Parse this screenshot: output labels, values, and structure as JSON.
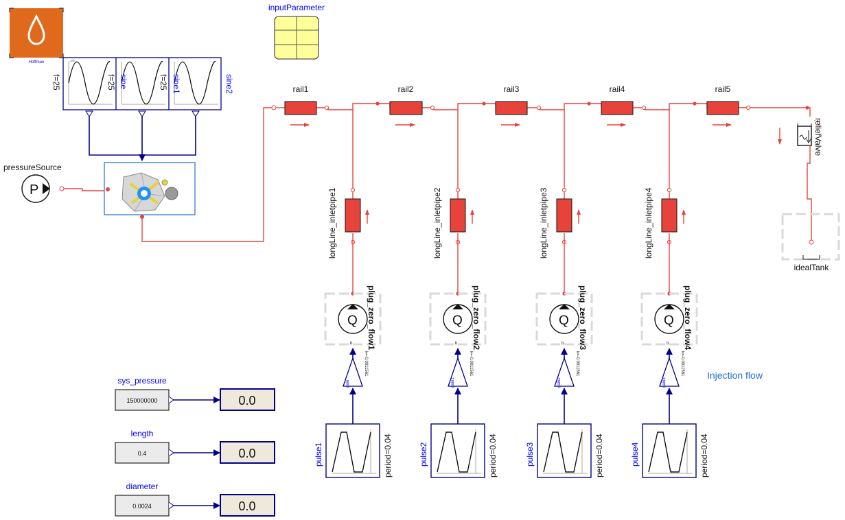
{
  "logo": {
    "caption": "Hoffman",
    "icon": "water-drop-icon"
  },
  "input_parameter": {
    "label": "inputParameter"
  },
  "sines": [
    {
      "name": "",
      "param": "f=25"
    },
    {
      "name": "sine",
      "param": "f=25"
    },
    {
      "name": "sine1",
      "param": "f=25"
    },
    {
      "name": "sine2",
      "param": ""
    }
  ],
  "pressure_source": {
    "label": "pressureSource",
    "symbol": "P"
  },
  "rails": [
    "rail1",
    "rail2",
    "rail3",
    "rail4",
    "rail5"
  ],
  "relief_valve": {
    "label": "reliefValve"
  },
  "ideal_tank": {
    "label": "idealTank"
  },
  "branches": [
    {
      "pipe": "longLine_inletpipe1",
      "plug": "plug_zero_flow1",
      "gain": "gain",
      "k": "k=-0.0011561",
      "pulse": "pulse1",
      "period": "period=0.04",
      "q": "Q",
      "b": "b"
    },
    {
      "pipe": "longLine_inletpipe2",
      "plug": "plug_zero_flow2",
      "gain": "gain1",
      "k": "k=-0.0011561",
      "pulse": "pulse2",
      "period": "period=0.04",
      "q": "Q",
      "b": "b"
    },
    {
      "pipe": "longLine_inletpipe3",
      "plug": "plug_zero_flow3",
      "gain": "gain2",
      "k": "k=-0.0011561",
      "pulse": "pulse3",
      "period": "period=0.04",
      "q": "Q",
      "b": "b"
    },
    {
      "pipe": "longLine_inletpipe4",
      "plug": "plug_zero_flow4",
      "gain": "gain3",
      "k": "k=-0.0011561",
      "pulse": "pulse4",
      "period": "period=0.04",
      "q": "Q",
      "b": "b"
    }
  ],
  "injection_flow_label": "Injection flow",
  "parameters": [
    {
      "label": "sys_pressure",
      "value": "150000000",
      "display": "0.0"
    },
    {
      "label": "length",
      "value": "0.4",
      "display": "0.0"
    },
    {
      "label": "diameter",
      "value": "0.0024",
      "display": "0.0"
    }
  ],
  "colors": {
    "fluid": "#e8433a",
    "signal": "#00008b",
    "label_blue": "#0000ff",
    "note_blue": "#1f6fd6",
    "logo_orange": "#e06a1b"
  }
}
